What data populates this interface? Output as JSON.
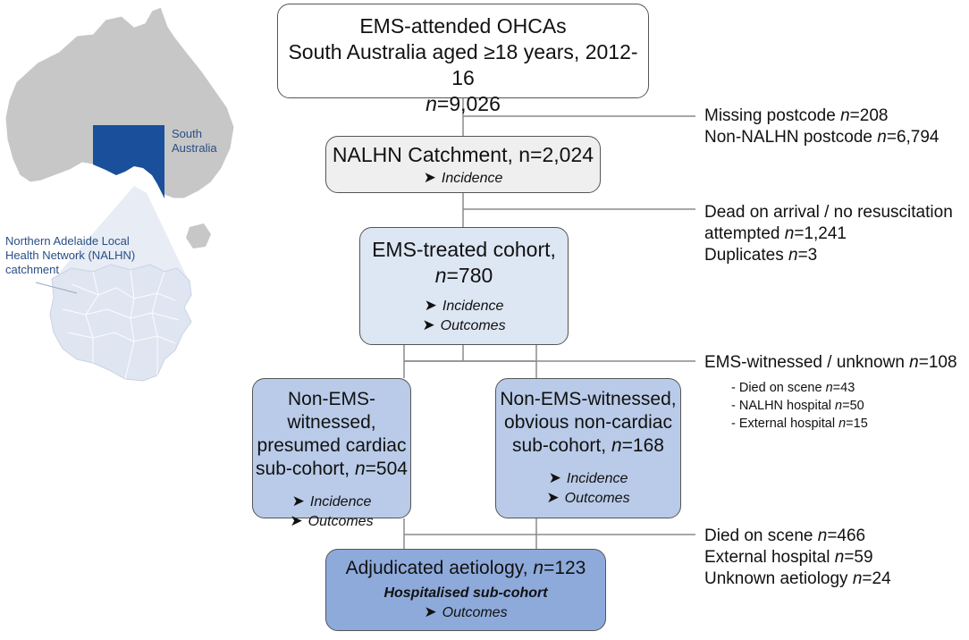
{
  "map": {
    "state_label": [
      "South",
      "Australia"
    ],
    "catchment_label": [
      "Northern Adelaide Local",
      "Health Network (NALHN)",
      "catchment"
    ],
    "colors": {
      "land": "#c7c7c7",
      "state": "#1a4f9c",
      "catchment": "#dfe6f1",
      "outline": "#ffffff"
    }
  },
  "boxes": {
    "ems_attended": {
      "lines": [
        "EMS-attended OHCAs",
        "South Australia aged ≥18 years, 2012-16"
      ],
      "n_label": "n",
      "n_value": "=9,026"
    },
    "nalhn": {
      "title": "NALHN Catchment, n=2,024",
      "bullets": [
        "Incidence"
      ]
    },
    "ems_treated": {
      "title": "EMS-treated cohort,",
      "n_label": "n",
      "n_value": "=780",
      "bullets": [
        "Incidence",
        "Outcomes"
      ]
    },
    "cardiac": {
      "lines": [
        "Non-EMS-witnessed,",
        "presumed cardiac"
      ],
      "tail_text": "sub-cohort, ",
      "n_label": "n",
      "n_value": "=504",
      "bullets": [
        "Incidence",
        "Outcomes"
      ]
    },
    "noncardiac": {
      "lines": [
        "Non-EMS-witnessed,",
        "obvious non-cardiac"
      ],
      "tail_text": "sub-cohort, ",
      "n_label": "n",
      "n_value": "=168",
      "bullets": [
        "Incidence",
        "Outcomes"
      ]
    },
    "adjudicated": {
      "title_text": "Adjudicated aetiology, ",
      "n_label": "n",
      "n_value": "=123",
      "subtitle": "Hospitalised sub-cohort",
      "bullets": [
        "Outcomes"
      ]
    }
  },
  "exclusions": {
    "first": [
      {
        "text": "Missing postcode ",
        "n": "n",
        "value": "=208"
      },
      {
        "text": "Non-NALHN postcode ",
        "n": "n",
        "value": "=6,794"
      }
    ],
    "second": [
      {
        "text": "Dead on arrival / no resuscitation",
        "n": "",
        "value": ""
      },
      {
        "text": "attempted ",
        "n": "n",
        "value": "=1,241"
      },
      {
        "text": "Duplicates ",
        "n": "n",
        "value": "=3"
      }
    ],
    "third_main": {
      "text": "EMS-witnessed / unknown ",
      "n": "n",
      "value": "=108"
    },
    "third_sub": [
      {
        "text": "- Died on scene ",
        "n": "n",
        "value": "=43"
      },
      {
        "text": "- NALHN hospital ",
        "n": "n",
        "value": "=50"
      },
      {
        "text": "- External hospital ",
        "n": "n",
        "value": "=15"
      }
    ],
    "fourth": [
      {
        "text": "Died on scene ",
        "n": "n",
        "value": "=466"
      },
      {
        "text": "External hospital ",
        "n": "n",
        "value": "=59"
      },
      {
        "text": "Unknown aetiology ",
        "n": "n",
        "value": "=24"
      }
    ]
  },
  "styles": {
    "box_fill_1": "#ffffff",
    "box_fill_2": "#efefef",
    "box_fill_3": "#dde6f3",
    "box_fill_4": "#b9cbe8",
    "box_fill_5": "#8eaadb",
    "connector_color": "#8a8a8a",
    "bullet_glyph": "➤"
  }
}
